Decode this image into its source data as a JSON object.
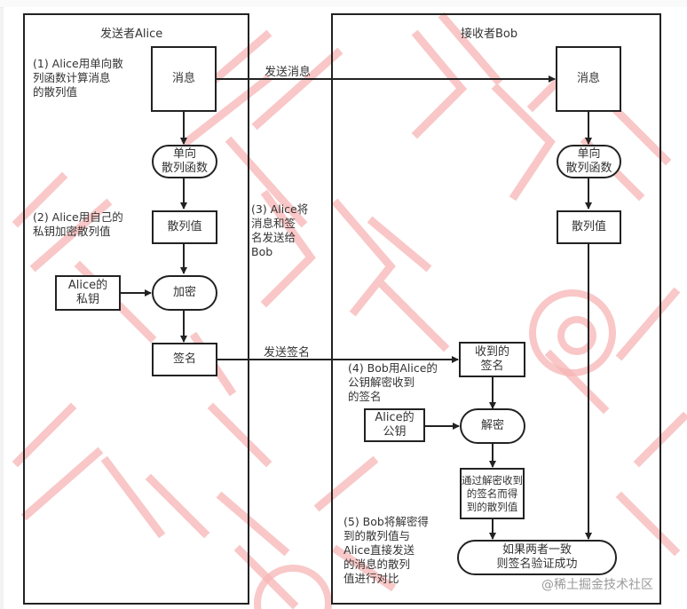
{
  "diagram": {
    "sender": {
      "title": "发送者Alice",
      "message": "消息",
      "hash_function": "单向\n散列函数",
      "hash_value": "散列值",
      "private_key": "Alice的\n私钥",
      "encrypt": "加密",
      "signature": "签名"
    },
    "receiver": {
      "title": "接收者Bob",
      "message": "消息",
      "hash_function": "单向\n散列函数",
      "hash_value": "散列值",
      "received_signature": "收到的\n签名",
      "public_key": "Alice的\n公钥",
      "decrypt": "解密",
      "decrypted_hash": "通过解密收到\n的签名而得\n到的散列值",
      "result": "如果两者一致\n则签名验证成功"
    },
    "edges": {
      "send_message": "发送消息",
      "send_signature": "发送签名"
    },
    "steps": {
      "step1": "(1) Alice用单向散\n     列函数计算消息\n     的散列值",
      "step2": "(2) Alice用自己的\n     私钥加密散列值",
      "step3": "(3) Alice将\n     消息和签\n     名发送给\n     Bob",
      "step4": "(4) Bob用Alice的\n     公钥解密收到\n     的签名",
      "step5": "(5) Bob将解密得\n     到的散列值与\n     Alice直接发送\n     的消息的散列\n     值进行对比"
    },
    "credit": "@稀土掘金技术社区"
  },
  "colors": {
    "line": "#222222",
    "text": "#333333",
    "watermark": "#f4a6a6",
    "credit": "#9a9a9a"
  }
}
